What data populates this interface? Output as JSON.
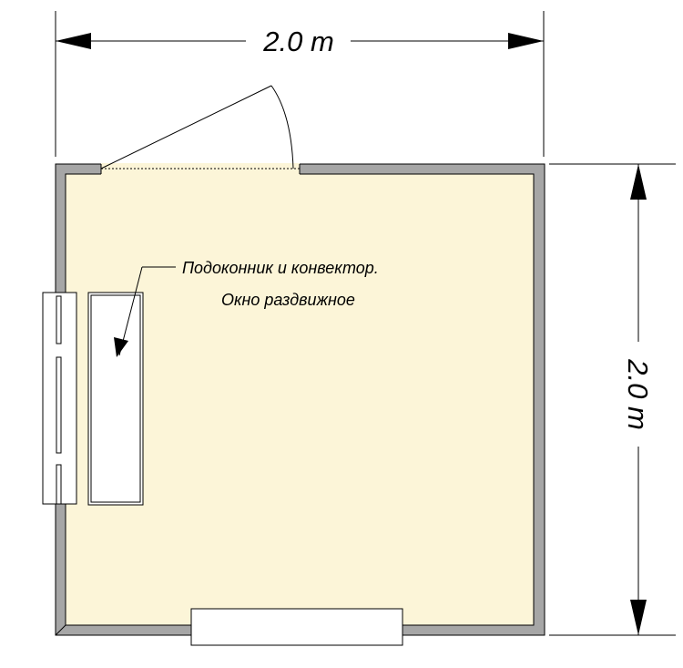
{
  "dimensions": {
    "width_label": "2.0 m",
    "height_label": "2.0 m"
  },
  "annotation": {
    "line1": "Подоконник и конвектор.",
    "line2": "Окно раздвижное"
  },
  "colors": {
    "floor": "#fcf5d8",
    "wall": "#a6a6a6",
    "outline": "#000000",
    "fixture_fill": "#ffffff"
  }
}
